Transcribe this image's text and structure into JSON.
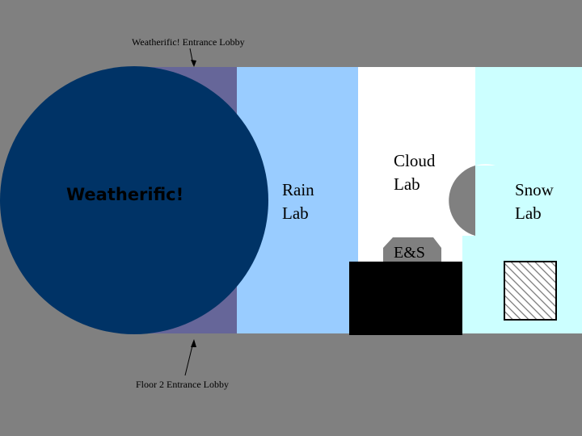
{
  "colors": {
    "background": "#808080",
    "lobby": "#666699",
    "circle": "#003366",
    "rain_lab": "#99ccff",
    "cloud_lab": "#ffffff",
    "snow_lab": "#ccffff",
    "es_box": "#808080",
    "black_block": "#000000",
    "text": "#000000"
  },
  "annotations": {
    "top": "Weatherific! Entrance Lobby",
    "bottom": "Floor 2 Entrance Lobby"
  },
  "rooms": {
    "main": {
      "name": "Weatherific!"
    },
    "rain": {
      "line1": "Rain",
      "line2": "Lab"
    },
    "cloud": {
      "line1": "Cloud",
      "line2": "Lab"
    },
    "snow": {
      "line1": "Snow",
      "line2": "Lab"
    },
    "es": {
      "label": "E&S"
    }
  }
}
